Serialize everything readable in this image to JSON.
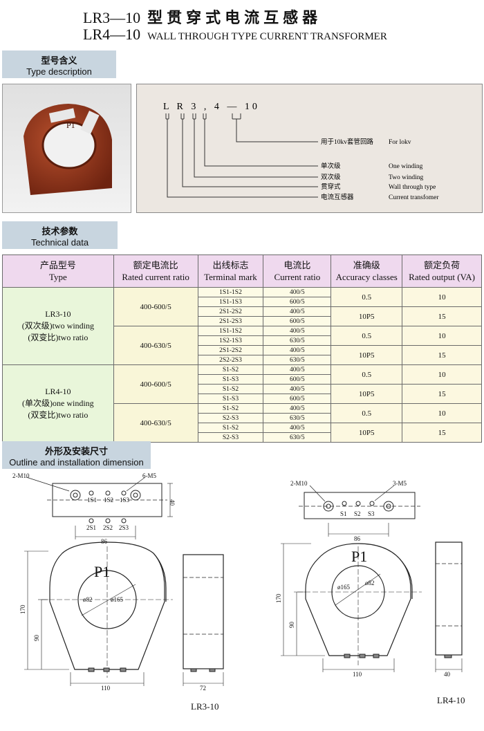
{
  "header": {
    "code_lr3": "LR3—10",
    "code_lr4": "LR4—10",
    "title_cn": "型贯穿式电流互感器",
    "title_en": "WALL THROUGH TYPE CURRENT TRANSFORMER"
  },
  "sections": {
    "type_desc_cn": "型号含义",
    "type_desc_en": "Type description",
    "tech_cn": "技术参数",
    "tech_en": "Technical data",
    "outline_cn": "外形及安装尺寸",
    "outline_en": "Outline and installation dimension"
  },
  "type_code": {
    "code": "L R 3 , 4 — 10",
    "rows": [
      {
        "cn": "用于10kv套管回路",
        "en": "For lokv"
      },
      {
        "cn": "单次级",
        "en": "One winding"
      },
      {
        "cn": "双次级",
        "en": "Two winding"
      },
      {
        "cn": "贯穿式",
        "en": "Wall through type"
      },
      {
        "cn": "电流互感器",
        "en": "Current transfomer"
      }
    ]
  },
  "table": {
    "headers": [
      {
        "cn": "产品型号",
        "en": "Type"
      },
      {
        "cn": "额定电流比",
        "en": "Rated current ratio"
      },
      {
        "cn": "出线标志",
        "en": "Terminal mark"
      },
      {
        "cn": "电流比",
        "en": "Current ratio"
      },
      {
        "cn": "准确级",
        "en": "Accuracy classes"
      },
      {
        "cn": "额定负荷",
        "en": "Rated output (VA)"
      }
    ],
    "groups": [
      {
        "type_lines": [
          "LR3-10",
          "(双次级)two winding",
          "(双变比)two ratio"
        ],
        "blocks": [
          {
            "ratio": "400-600/5",
            "rows": [
              {
                "mark": "1S1-1S2",
                "cr": "400/5"
              },
              {
                "mark": "1S1-1S3",
                "cr": "600/5"
              },
              {
                "mark": "2S1-2S2",
                "cr": "400/5"
              },
              {
                "mark": "2S1-2S3",
                "cr": "600/5"
              }
            ],
            "acc": [
              {
                "cls": "0.5",
                "va": "10"
              },
              {
                "cls": "10P5",
                "va": "15"
              }
            ]
          },
          {
            "ratio": "400-630/5",
            "rows": [
              {
                "mark": "1S1-1S2",
                "cr": "400/5"
              },
              {
                "mark": "1S2-1S3",
                "cr": "630/5"
              },
              {
                "mark": "2S1-2S2",
                "cr": "400/5"
              },
              {
                "mark": "2S2-2S3",
                "cr": "630/5"
              }
            ],
            "acc": [
              {
                "cls": "0.5",
                "va": "10"
              },
              {
                "cls": "10P5",
                "va": "15"
              }
            ]
          }
        ]
      },
      {
        "type_lines": [
          "LR4-10",
          "(单次级)one winding",
          "(双变比)two ratio"
        ],
        "blocks": [
          {
            "ratio": "400-600/5",
            "rows": [
              {
                "mark": "S1-S2",
                "cr": "400/5"
              },
              {
                "mark": "S1-S3",
                "cr": "600/5"
              },
              {
                "mark": "S1-S2",
                "cr": "400/5"
              },
              {
                "mark": "S1-S3",
                "cr": "600/5"
              }
            ],
            "acc": [
              {
                "cls": "0.5",
                "va": "10"
              },
              {
                "cls": "10P5",
                "va": "15"
              }
            ]
          },
          {
            "ratio": "400-630/5",
            "rows": [
              {
                "mark": "S1-S2",
                "cr": "400/5"
              },
              {
                "mark": "S2-S3",
                "cr": "630/5"
              },
              {
                "mark": "S1-S2",
                "cr": "400/5"
              },
              {
                "mark": "S2-S3",
                "cr": "630/5"
              }
            ],
            "acc": [
              {
                "cls": "0.5",
                "va": "10"
              },
              {
                "cls": "10P5",
                "va": "15"
              }
            ]
          }
        ]
      }
    ]
  },
  "drawing": {
    "lr3": {
      "caption": "LR3-10",
      "mount_holes": "2-M10",
      "screws": "6-M5",
      "terminals_top": [
        "1S1",
        "1S2",
        "1S3"
      ],
      "terminals_bottom": [
        "2S1",
        "2S2",
        "2S3"
      ],
      "dim_height_top": "40",
      "dim_width_top": "86",
      "marking": "P1",
      "dia_inner": "ø82",
      "dia_outer": "ø165",
      "dim_total_h": "170",
      "dim_center_h": "90",
      "dim_base_w": "110",
      "dim_side_w": "72"
    },
    "lr4": {
      "caption": "LR4-10",
      "mount_holes": "2-M10",
      "screws": "3-M5",
      "terminals": [
        "S1",
        "S2",
        "S3"
      ],
      "dim_width_top": "86",
      "marking": "P1",
      "dia_outer": "ø165",
      "dia_inner": "ø82",
      "dim_total_h": "170",
      "dim_center_h": "90",
      "dim_base_w": "110",
      "dim_side_w": "40"
    }
  }
}
